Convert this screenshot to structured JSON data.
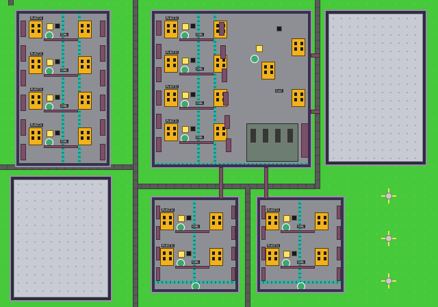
{
  "game": {
    "view": "top-down factory map",
    "building_tag_primary": "PLASTIC",
    "building_tag_secondary": "COAL",
    "building_tag_tertiary": "Coal"
  },
  "lots": [
    {
      "id": "lot-topleft",
      "kind": "factory"
    },
    {
      "id": "lot-topmid",
      "kind": "factory"
    },
    {
      "id": "lot-topright",
      "kind": "empty"
    },
    {
      "id": "lot-bottomleft",
      "kind": "empty"
    },
    {
      "id": "lot-bottommid",
      "kind": "factory"
    },
    {
      "id": "lot-bottomright",
      "kind": "factory"
    }
  ],
  "spawners": [
    {
      "id": "spawner-1"
    },
    {
      "id": "spawner-2"
    },
    {
      "id": "spawner-3"
    }
  ],
  "colors": {
    "grass": "#46c93a",
    "road": "#565656",
    "building": "#f2b21c",
    "belt": "#2fb3a3",
    "pipe": "#7a4f68"
  }
}
